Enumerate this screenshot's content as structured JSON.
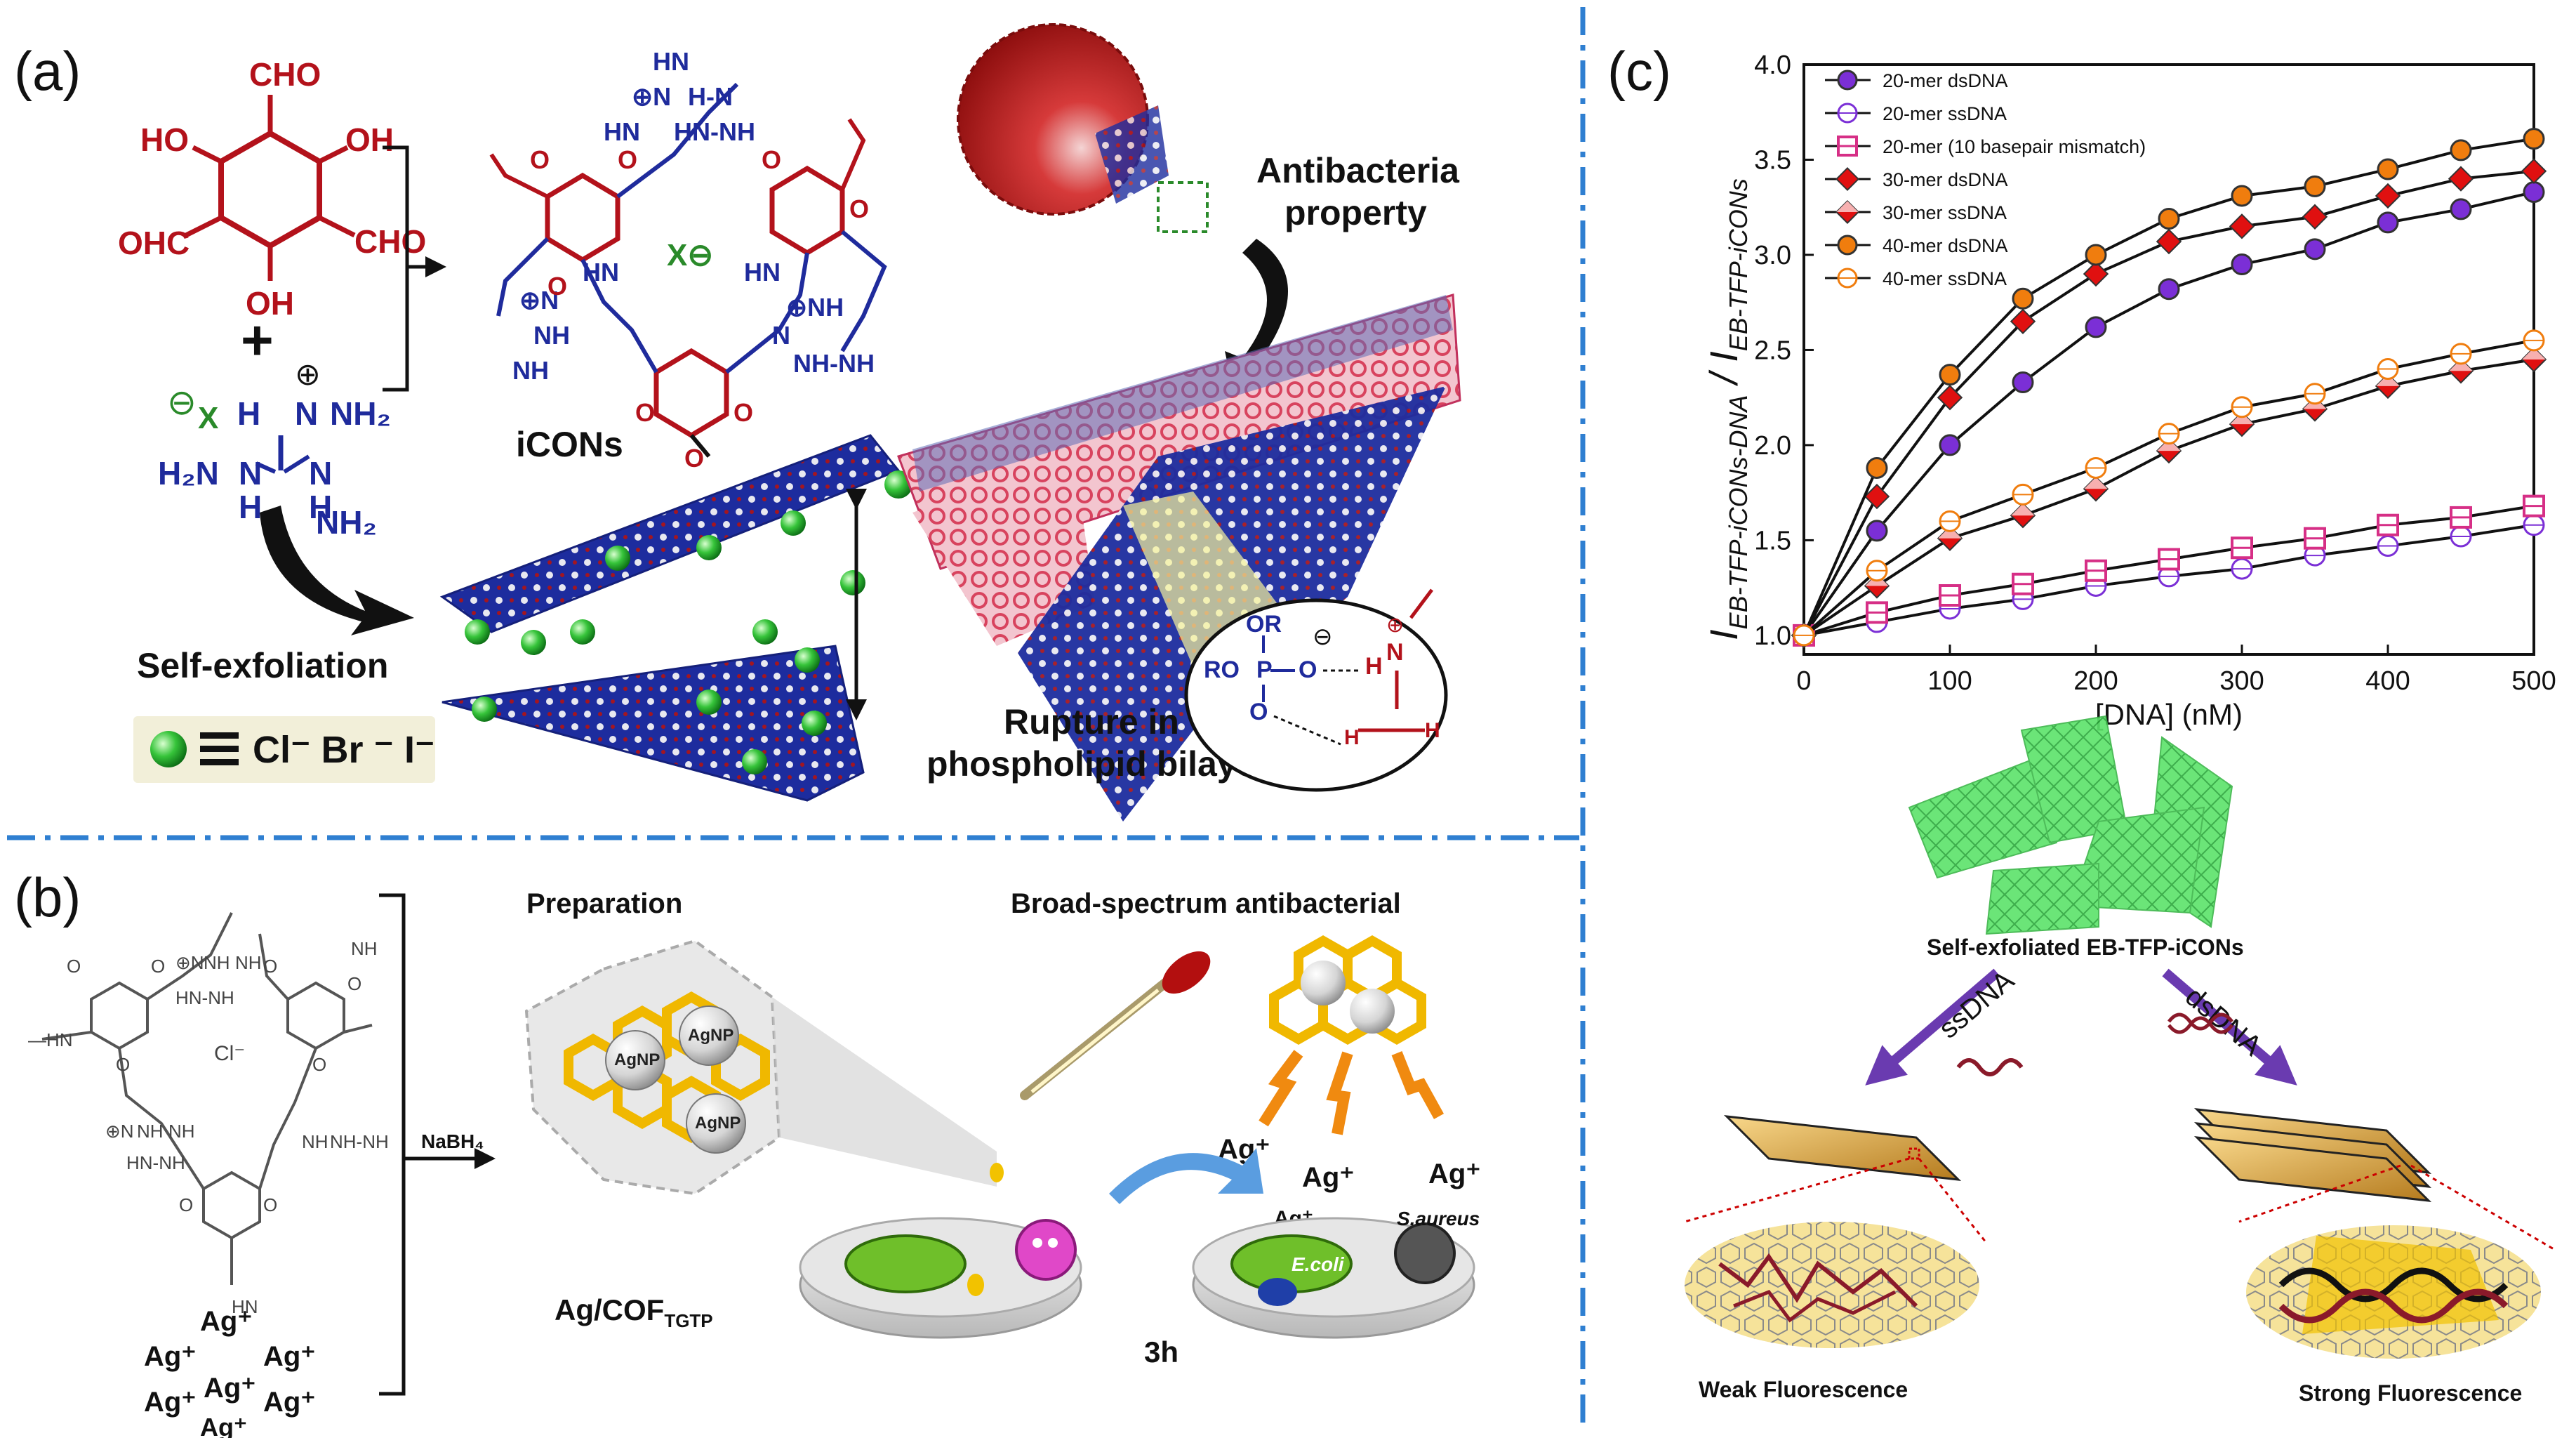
{
  "panels": {
    "a": {
      "label": "(a)",
      "aldehyde": {
        "cho_top": "CHO",
        "cho_left": "OHC",
        "cho_right": "CHO",
        "oh_left": "HO",
        "oh_right": "OH",
        "oh_bottom": "OH"
      },
      "plus": "+",
      "guanidine": {
        "x_minus": "⊖",
        "x": "X",
        "h_top": "H",
        "plus_sym": "⊕",
        "n1": "N",
        "nh2_r": "NH₂",
        "h2n": "H₂N",
        "nh_l": "N",
        "h_l": "H",
        "nh_r": "N",
        "h_r": "H",
        "nh2_b": "NH₂"
      },
      "icons_label": "iCONs",
      "x_anion": "X⊖",
      "self_exfoliation": "Self-exfoliation",
      "halides": "Cl⁻  Br ⁻  I⁻",
      "antibacteria": [
        "Antibacteria",
        "property"
      ],
      "rupture": [
        "Rupture in",
        "phospholipid bilayer"
      ],
      "phosphate": {
        "or": "OR",
        "ro": "RO",
        "p": "P",
        "o1": "O",
        "o2": "O",
        "minus": "⊖",
        "h": "H",
        "n": "N",
        "nplus": "⊕"
      }
    },
    "b": {
      "label": "(b)",
      "preparation": "Preparation",
      "broad": "Broad-spectrum antibacterial",
      "nabh4": "NaBH₄",
      "agnp": [
        "AgNP",
        "AgNP",
        "AgNP"
      ],
      "ag_cof": "Ag/COF",
      "ag_cof_sub": "TGTP",
      "ag_ions_left": [
        "Ag⁺",
        "Ag⁺",
        "Ag⁺",
        "Ag⁺",
        "Ag⁺",
        "Ag⁺",
        "Ag⁺"
      ],
      "ag_ions_right": [
        "Ag⁺",
        "Ag⁺",
        "Ag⁺",
        "Ag⁺"
      ],
      "time": "3h",
      "saureus": "S.aureus",
      "ecoli": "E.coli",
      "cl_minus": "Cl⁻"
    },
    "c": {
      "label": "(c)",
      "self_exfoliated": "Self-exfoliated EB-TFP-iCONs",
      "ssdna": "ssDNA",
      "dsdna": "dsDNA",
      "weak": "Weak Fluorescence",
      "strong": "Strong Fluorescence"
    }
  },
  "chart_data": {
    "type": "line",
    "xlabel": "[DNA] (nM)",
    "ylabel_main": "I",
    "ylabel_sub1": "EB-TFP-iCONs-DNA",
    "ylabel_sep": " / I",
    "ylabel_sub2": "EB-TFP-iCONs",
    "xlim": [
      0,
      500
    ],
    "ylim": [
      0.9,
      4.0
    ],
    "xticks": [
      "0",
      "100",
      "200",
      "300",
      "400",
      "500"
    ],
    "yticks": [
      "1.0",
      "1.5",
      "2.0",
      "2.5",
      "3.0",
      "3.5",
      "4.0"
    ],
    "x": [
      0,
      50,
      100,
      150,
      200,
      250,
      300,
      350,
      400,
      450,
      500
    ],
    "legend_position": "top-left",
    "series": [
      {
        "name": "20-mer dsDNA",
        "color": "#7b2fd6",
        "marker": "circle-filled",
        "values": [
          1.0,
          1.55,
          2.0,
          2.33,
          2.62,
          2.82,
          2.95,
          3.03,
          3.17,
          3.24,
          3.33
        ]
      },
      {
        "name": "20-mer ssDNA",
        "color": "#7b2fd6",
        "marker": "circle-open",
        "values": [
          1.0,
          1.07,
          1.14,
          1.19,
          1.26,
          1.31,
          1.35,
          1.42,
          1.47,
          1.52,
          1.58
        ]
      },
      {
        "name": "20-mer (10 basepair mismatch)",
        "color": "#d62f86",
        "marker": "square-open",
        "values": [
          1.0,
          1.12,
          1.21,
          1.27,
          1.34,
          1.4,
          1.46,
          1.51,
          1.58,
          1.62,
          1.68
        ]
      },
      {
        "name": "30-mer dsDNA",
        "color": "#e01010",
        "marker": "diamond-filled",
        "values": [
          1.0,
          1.73,
          2.25,
          2.65,
          2.9,
          3.07,
          3.15,
          3.2,
          3.31,
          3.4,
          3.44
        ]
      },
      {
        "name": "30-mer ssDNA",
        "color": "#e01010",
        "marker": "diamond-half",
        "values": [
          1.0,
          1.26,
          1.51,
          1.63,
          1.77,
          1.97,
          2.11,
          2.19,
          2.31,
          2.39,
          2.45
        ]
      },
      {
        "name": "40-mer dsDNA",
        "color": "#f07d0e",
        "marker": "circle-filled",
        "values": [
          1.0,
          1.88,
          2.37,
          2.77,
          3.0,
          3.19,
          3.31,
          3.36,
          3.45,
          3.55,
          3.61
        ]
      },
      {
        "name": "40-mer ssDNA",
        "color": "#f07d0e",
        "marker": "circle-open",
        "values": [
          1.0,
          1.34,
          1.6,
          1.74,
          1.88,
          2.06,
          2.2,
          2.27,
          2.4,
          2.48,
          2.55
        ]
      }
    ]
  }
}
